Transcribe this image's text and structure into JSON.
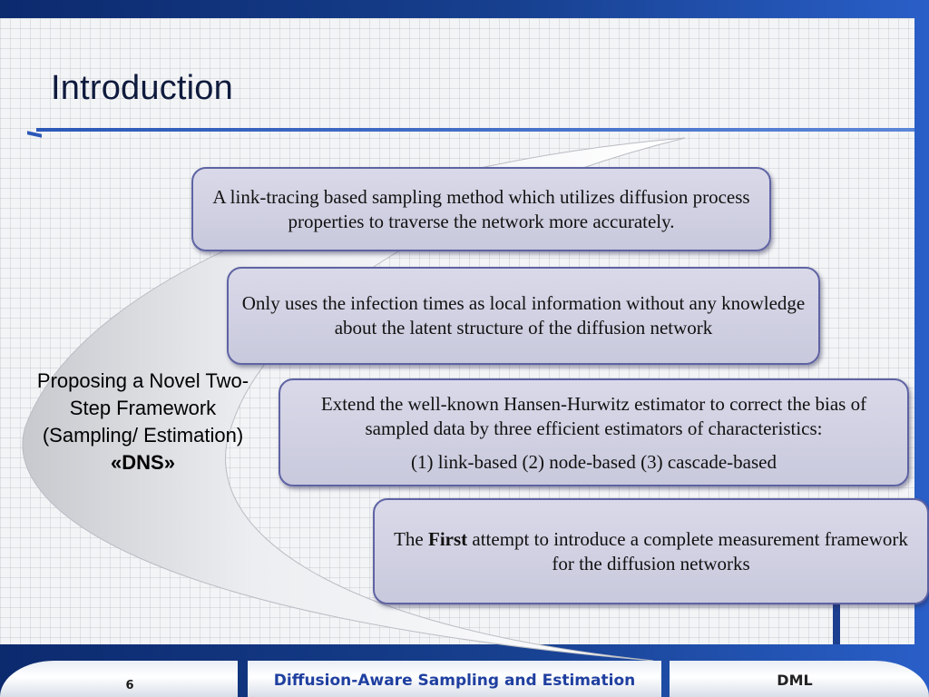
{
  "slide": {
    "title": "Introduction"
  },
  "left_label": {
    "line1": "Proposing a Novel Two-",
    "line2": "Step Framework",
    "line3": "(Sampling/ Estimation)",
    "line4": "«DNS»"
  },
  "boxes": [
    {
      "text": "A link-tracing based sampling method which utilizes diffusion process properties to traverse the network more accurately."
    },
    {
      "text": "Only uses the infection times as local information without any knowledge about the latent structure of the diffusion network"
    },
    {
      "text": "Extend the well-known Hansen-Hurwitz estimator to correct the bias of sampled data by three efficient estimators of characteristics:",
      "list": "(1)  link-based (2) node-based (3) cascade-based"
    },
    {
      "pre": "The ",
      "bold": "First",
      "post": " attempt to introduce a complete measurement framework for the diffusion networks"
    }
  ],
  "footer": {
    "page_number": "6",
    "title": "Diffusion-Aware Sampling and Estimation",
    "org": "DML"
  },
  "colors": {
    "frame_blue": "#17408f",
    "box_fill": "#d0d0e3",
    "box_border": "#5e63a3",
    "footer_title": "#1f3fa0"
  }
}
